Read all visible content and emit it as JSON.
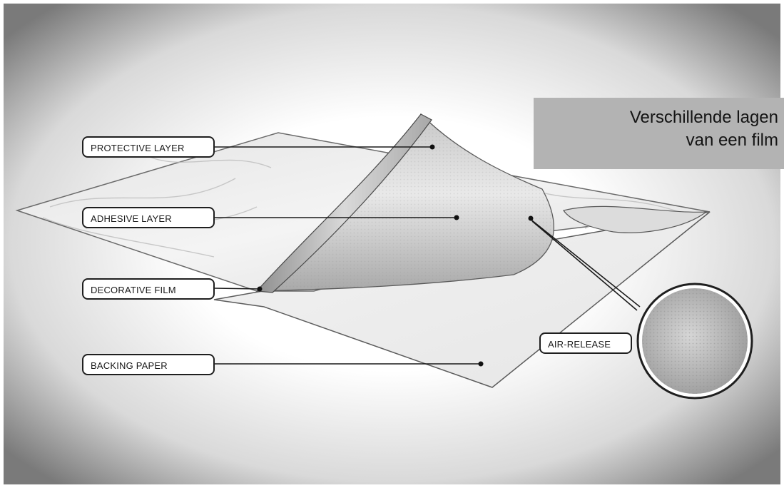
{
  "caption": {
    "line1": "Verschillende lagen",
    "line2": "van een film"
  },
  "labels": {
    "protective_layer": "PROTECTIVE LAYER",
    "adhesive_layer": "ADHESIVE LAYER",
    "decorative_film": "DECORATIVE FILM",
    "backing_paper": "BACKING PAPER",
    "air_release": "AIR-RELEASE"
  }
}
